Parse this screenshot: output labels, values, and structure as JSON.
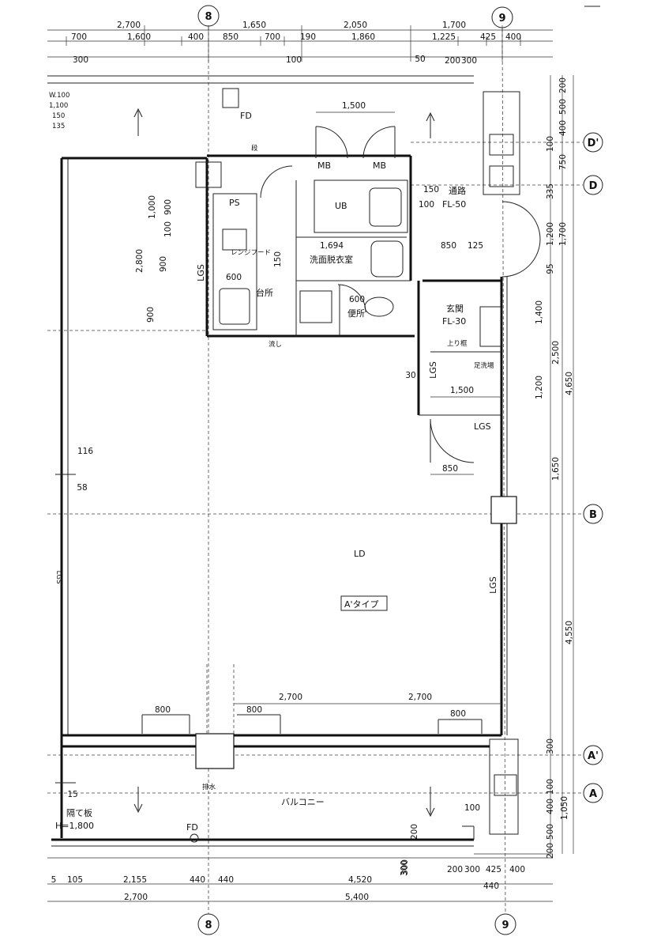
{
  "axes": {
    "col_8": "8",
    "col_9": "9",
    "row_D_prime": "D'",
    "row_D": "D",
    "row_B": "B",
    "row_A_prime": "A'",
    "row_A": "A"
  },
  "top_dims": {
    "row1": [
      "2,700",
      "1,650",
      "2,050",
      "1,700"
    ],
    "row2": [
      "700",
      "1,600",
      "400",
      "850",
      "700",
      "190",
      "1,860",
      "1,225",
      "425",
      "400"
    ],
    "row3": [
      "300",
      "100",
      "50",
      "200",
      "300"
    ]
  },
  "right_dims": [
    "200",
    "500",
    "400",
    "100",
    "750",
    "335",
    "1,700",
    "1,200",
    "95",
    "1,400",
    "2,500",
    "4,650",
    "1,200",
    "1,650",
    "4,550",
    "300",
    "100",
    "400",
    "1,050",
    "500",
    "200"
  ],
  "bottom_dims": {
    "row1": [
      "300",
      "200",
      "300",
      "425",
      "400"
    ],
    "row2": [
      "5",
      "105",
      "2,155",
      "440",
      "440",
      "4,520",
      "440"
    ],
    "row3": [
      "2,700",
      "5,400"
    ]
  },
  "interior_dims": [
    "1,500",
    "150",
    "100",
    "1,000",
    "900",
    "100",
    "2,800",
    "900",
    "600",
    "150",
    "600",
    "900",
    "1,694",
    "850",
    "125",
    "1,500",
    "850",
    "30",
    "116",
    "58",
    "800",
    "800",
    "2,700",
    "2,700",
    "800",
    "100",
    "200",
    "300",
    "15"
  ],
  "labels": {
    "wdd": "W.100",
    "wdd2": "1,100",
    "wdd3": "150",
    "wdd4": "135",
    "fd_top": "FD",
    "mb1": "MB",
    "mb2": "MB",
    "ps": "PS",
    "ub": "UB",
    "corridor": "通路",
    "fl50": "FL-50",
    "kitchen": "台所",
    "washroom": "洗面脱衣室",
    "toilet": "便所",
    "entrance": "玄関",
    "fl30": "FL-30",
    "agari": "上り框",
    "lgs1": "LGS",
    "lgs2": "LGS",
    "lgs3": "LGS",
    "lgs_left": "LGS",
    "lgs_right": "LGS",
    "ld": "LD",
    "type": "A'タイプ",
    "balcony": "バルコニー",
    "partition": "隔て板",
    "partition_h": "H=1,800",
    "fd_bottom": "FD",
    "drain": "排水",
    "hood": "レンジフード",
    "stair": "段",
    "foot": "足洗場",
    "sink": "流し"
  }
}
